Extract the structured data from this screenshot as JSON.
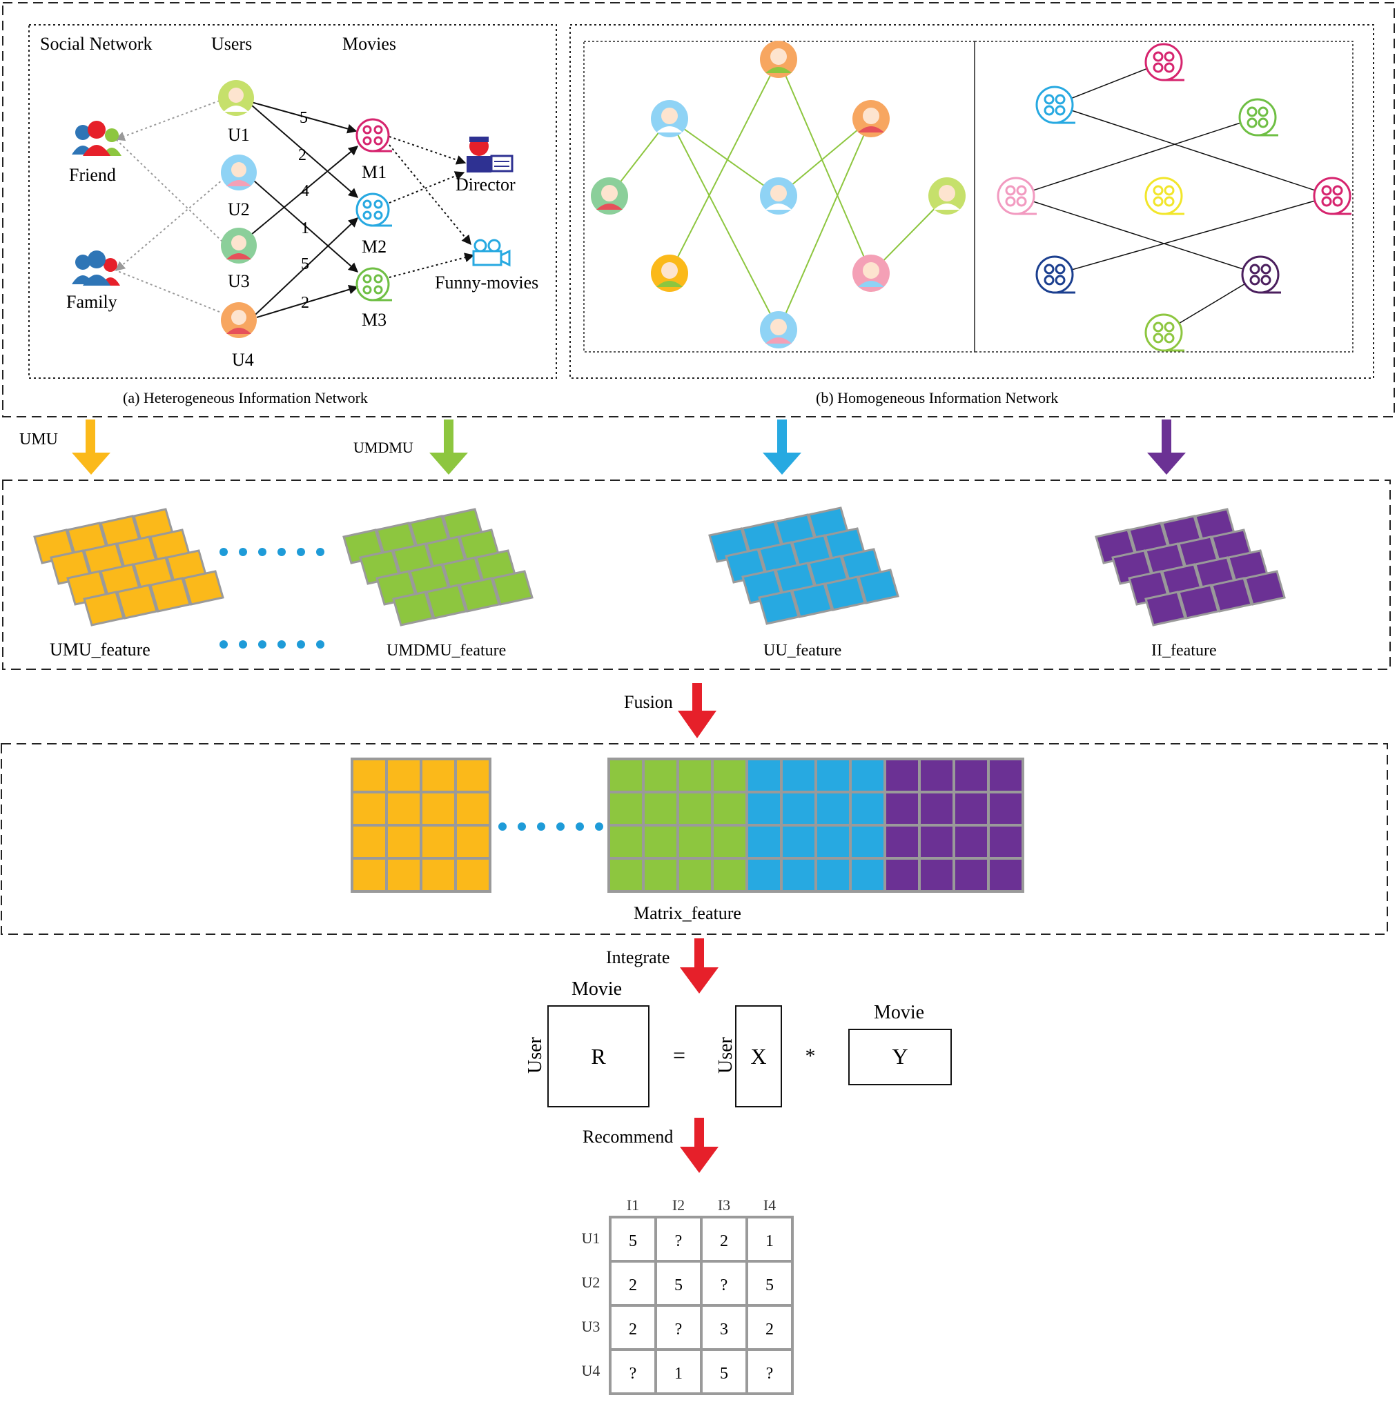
{
  "hin": {
    "col_social": "Social Network",
    "col_users": "Users",
    "col_movies": "Movies",
    "friend": "Friend",
    "family": "Family",
    "users": [
      "U1",
      "U2",
      "U3",
      "U4"
    ],
    "movies": [
      "M1",
      "M2",
      "M3"
    ],
    "director": "Director",
    "genre": "Funny-movies",
    "ratings": [
      {
        "user": "U1",
        "movie": "M1",
        "value": "5"
      },
      {
        "user": "U1",
        "movie": "M2",
        "value": "2"
      },
      {
        "user": "U3",
        "movie": "M1",
        "value": "4"
      },
      {
        "user": "U2",
        "movie": "M3",
        "value": "1"
      },
      {
        "user": "U4",
        "movie": "M2",
        "value": "5"
      },
      {
        "user": "U4",
        "movie": "M3",
        "value": "2"
      }
    ],
    "caption": "(a) Heterogeneous Information Network"
  },
  "homo": {
    "caption": "(b) Homogeneous Information  Network"
  },
  "colors": {
    "umu": "#fbb91a",
    "umdmu": "#8dc63f",
    "uu": "#27a9e1",
    "ii": "#6b3194",
    "red": "#e6202a",
    "dots": "#1e9bd8"
  },
  "paths": {
    "umu": "UMU",
    "umdmu": "UMDMU"
  },
  "features": {
    "umu": "UMU_feature",
    "umdmu": "UMDMU_feature",
    "uu": "UU_feature",
    "ii": "II_feature"
  },
  "steps": {
    "fusion": "Fusion",
    "integrate": "Integrate",
    "recommend": "Recommend"
  },
  "matrix_feature": "Matrix_feature",
  "factorization": {
    "movie": "Movie",
    "user": "User",
    "r": "R",
    "eq": "=",
    "x": "X",
    "star": "*",
    "y": "Y"
  },
  "rating_table": {
    "columns": [
      "I1",
      "I2",
      "I3",
      "I4"
    ],
    "rows": [
      {
        "label": "U1",
        "cells": [
          "5",
          "?",
          "2",
          "1"
        ]
      },
      {
        "label": "U2",
        "cells": [
          "2",
          "5",
          "?",
          "5"
        ]
      },
      {
        "label": "U3",
        "cells": [
          "2",
          "?",
          "3",
          "2"
        ]
      },
      {
        "label": "U4",
        "cells": [
          "?",
          "1",
          "5",
          "?"
        ]
      }
    ]
  }
}
